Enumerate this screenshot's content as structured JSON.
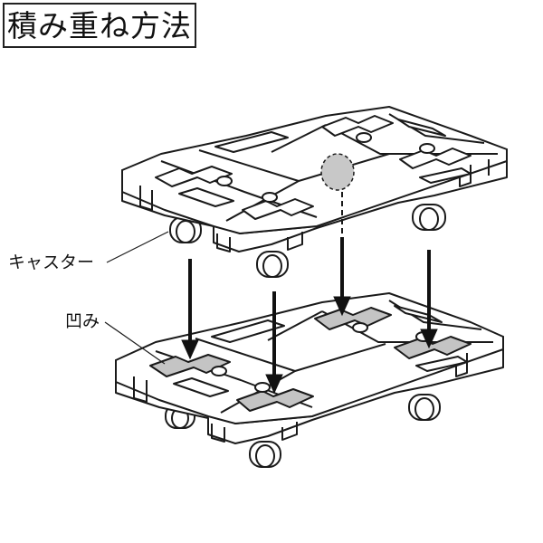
{
  "title": "積み重ね方法",
  "labels": {
    "caster": "キャスター",
    "recess": "凹み"
  },
  "colors": {
    "line": "#1a1a1a",
    "recess_fill": "#c4c4c4",
    "highlight_fill": "#c8c8c8",
    "arrow": "#111111"
  }
}
